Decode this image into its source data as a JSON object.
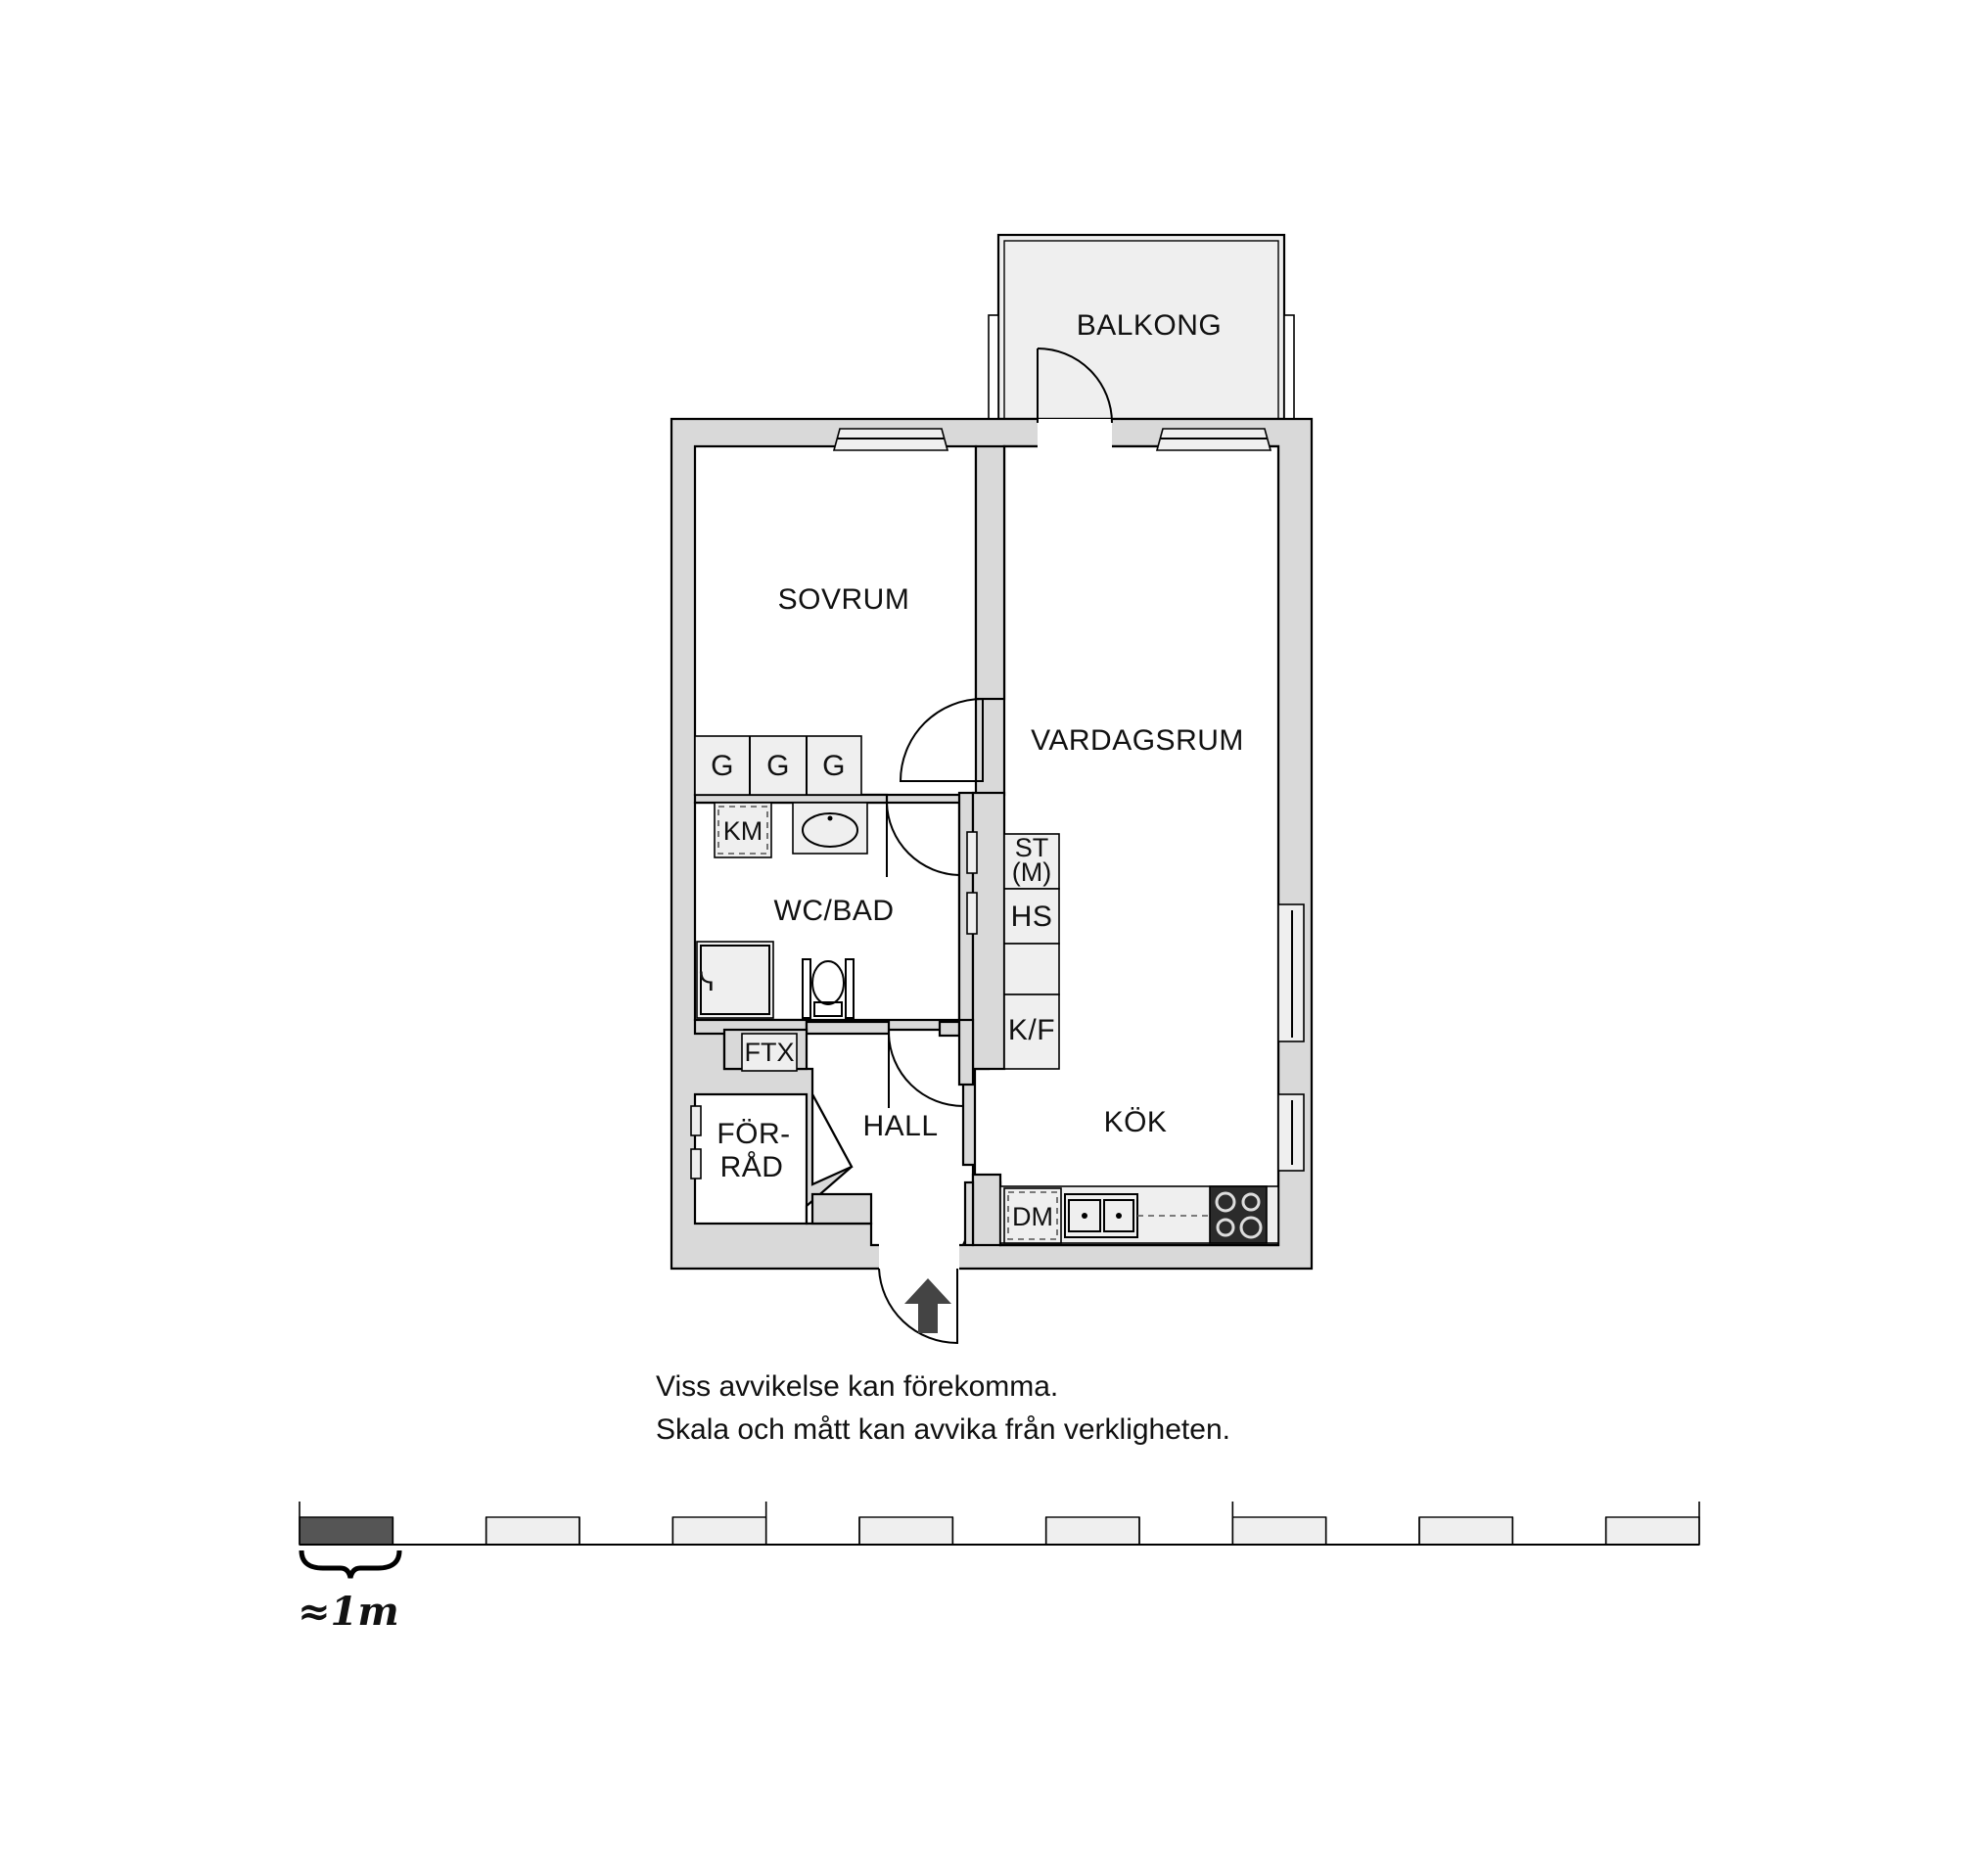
{
  "rooms": {
    "balkong": "BALKONG",
    "sovrum": "SOVRUM",
    "vardagsrum": "VARDAGSRUM",
    "wc_bad": "WC/BAD",
    "hall": "HALL",
    "kok": "KÖK",
    "forrad_line1": "FÖR-",
    "forrad_line2": "RÅD"
  },
  "fixtures": {
    "wardrobe": [
      "G",
      "G",
      "G"
    ],
    "km": "KM",
    "st_line1": "ST",
    "st_line2": "(M)",
    "hs": "HS",
    "kf": "K/F",
    "ftx": "FTX",
    "dm": "DM"
  },
  "disclaimer": {
    "line1": "Viss avvikelse kan förekomma.",
    "line2": "Skala och mått kan avvika från verkligheten."
  },
  "scale": {
    "label": "≈1m",
    "segments": 15,
    "meters_per_segment": 1
  },
  "colors": {
    "wall": "#d9d9d9",
    "scale_dark": "#555555",
    "scale_light": "#efefef"
  }
}
